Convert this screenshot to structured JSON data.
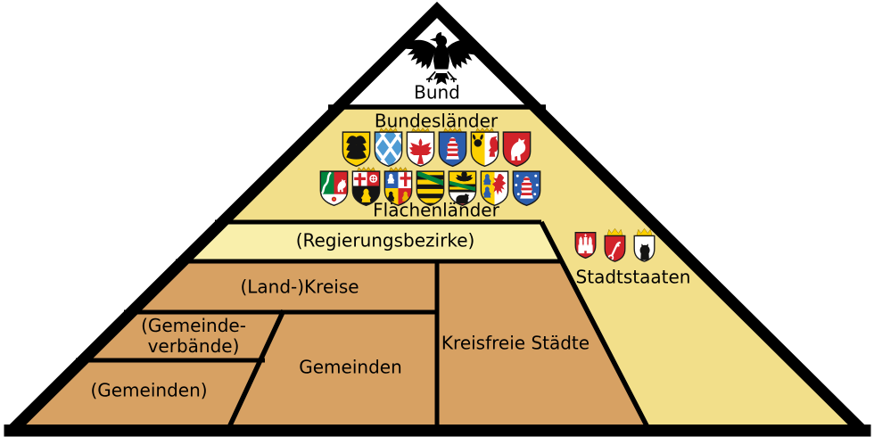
{
  "labels": {
    "bund": "Bund",
    "bundeslaender": "Bundesländer",
    "flaechenlaender": "Flächenländer",
    "regierungsbezirke": "(Regierungsbezirke)",
    "landkreise": "(Land-)Kreise",
    "gemeindeverbaende_line1": "(Gemeinde-",
    "gemeindeverbaende_line2": "verbände)",
    "gemeinden": "Gemeinden",
    "gemeinden_informal": "(Gemeinden)",
    "kreisfreie_staedte": "Kreisfreie Städte",
    "stadtstaaten": "Stadtstaaten"
  },
  "colors": {
    "background": "#FFFFFF",
    "pyramid_fill": "#F2DF8A",
    "band_fill": "#F9EFAB",
    "municipal_fill": "#D7A163",
    "outline": "#000000",
    "bund_fill": "#FFFFFF",
    "text": "#000000"
  },
  "federal_eagle": {
    "name": "Bundesadler",
    "color": "#000000"
  },
  "shields": {
    "flaechenlaender_row1": [
      {
        "id": "bw",
        "name": "Baden-Württemberg",
        "colors": [
          "#FCD000",
          "#141414"
        ],
        "crown": false
      },
      {
        "id": "by",
        "name": "Bayern",
        "colors": [
          "#FFFFFF",
          "#4E9BD4"
        ],
        "crown": true
      },
      {
        "id": "bb",
        "name": "Brandenburg",
        "colors": [
          "#FFFFFF",
          "#D2232A"
        ],
        "crown": true
      },
      {
        "id": "he",
        "name": "Hessen",
        "colors": [
          "#2B5DAD",
          "#D2232A",
          "#FFFFFF"
        ],
        "crown": true
      },
      {
        "id": "mv",
        "name": "Mecklenburg-Vorpommern",
        "colors": [
          "#FCD000",
          "#FFFFFF",
          "#141414",
          "#D2232A"
        ],
        "crown": true
      },
      {
        "id": "ni",
        "name": "Niedersachsen",
        "colors": [
          "#D2232A",
          "#FFFFFF"
        ],
        "crown": false
      }
    ],
    "flaechenlaender_row2": [
      {
        "id": "nw",
        "name": "Nordrhein-Westfalen",
        "colors": [
          "#FFFFFF",
          "#00843D",
          "#D2232A"
        ],
        "crown": false
      },
      {
        "id": "rp",
        "name": "Rheinland-Pfalz",
        "colors": [
          "#FFFFFF",
          "#D2232A",
          "#141414",
          "#FCD000"
        ],
        "crown": true
      },
      {
        "id": "sl",
        "name": "Saarland",
        "colors": [
          "#2B5DAD",
          "#FFFFFF",
          "#FCD000",
          "#D2232A"
        ],
        "crown": true
      },
      {
        "id": "sn",
        "name": "Sachsen",
        "colors": [
          "#FCD000",
          "#141414",
          "#00843D"
        ],
        "crown": false
      },
      {
        "id": "st",
        "name": "Sachsen-Anhalt",
        "colors": [
          "#FCD000",
          "#141414",
          "#FFFFFF",
          "#00843D"
        ],
        "crown": false
      },
      {
        "id": "sh",
        "name": "Schleswig-Holstein",
        "colors": [
          "#FCD000",
          "#2B5DAD",
          "#FFFFFF",
          "#D2232A"
        ],
        "crown": false
      },
      {
        "id": "th",
        "name": "Thüringen",
        "colors": [
          "#2B5DAD",
          "#D2232A",
          "#FFFFFF"
        ],
        "crown": false
      }
    ],
    "stadtstaaten": [
      {
        "id": "hh",
        "name": "Hamburg",
        "colors": [
          "#D2232A",
          "#FFFFFF",
          "#FCD000"
        ],
        "crown": false
      },
      {
        "id": "hb",
        "name": "Bremen",
        "colors": [
          "#D2232A",
          "#FFFFFF",
          "#FCD000"
        ],
        "crown": true
      },
      {
        "id": "be",
        "name": "Berlin",
        "colors": [
          "#FFFFFF",
          "#141414",
          "#FCD000"
        ],
        "crown": true
      }
    ]
  }
}
